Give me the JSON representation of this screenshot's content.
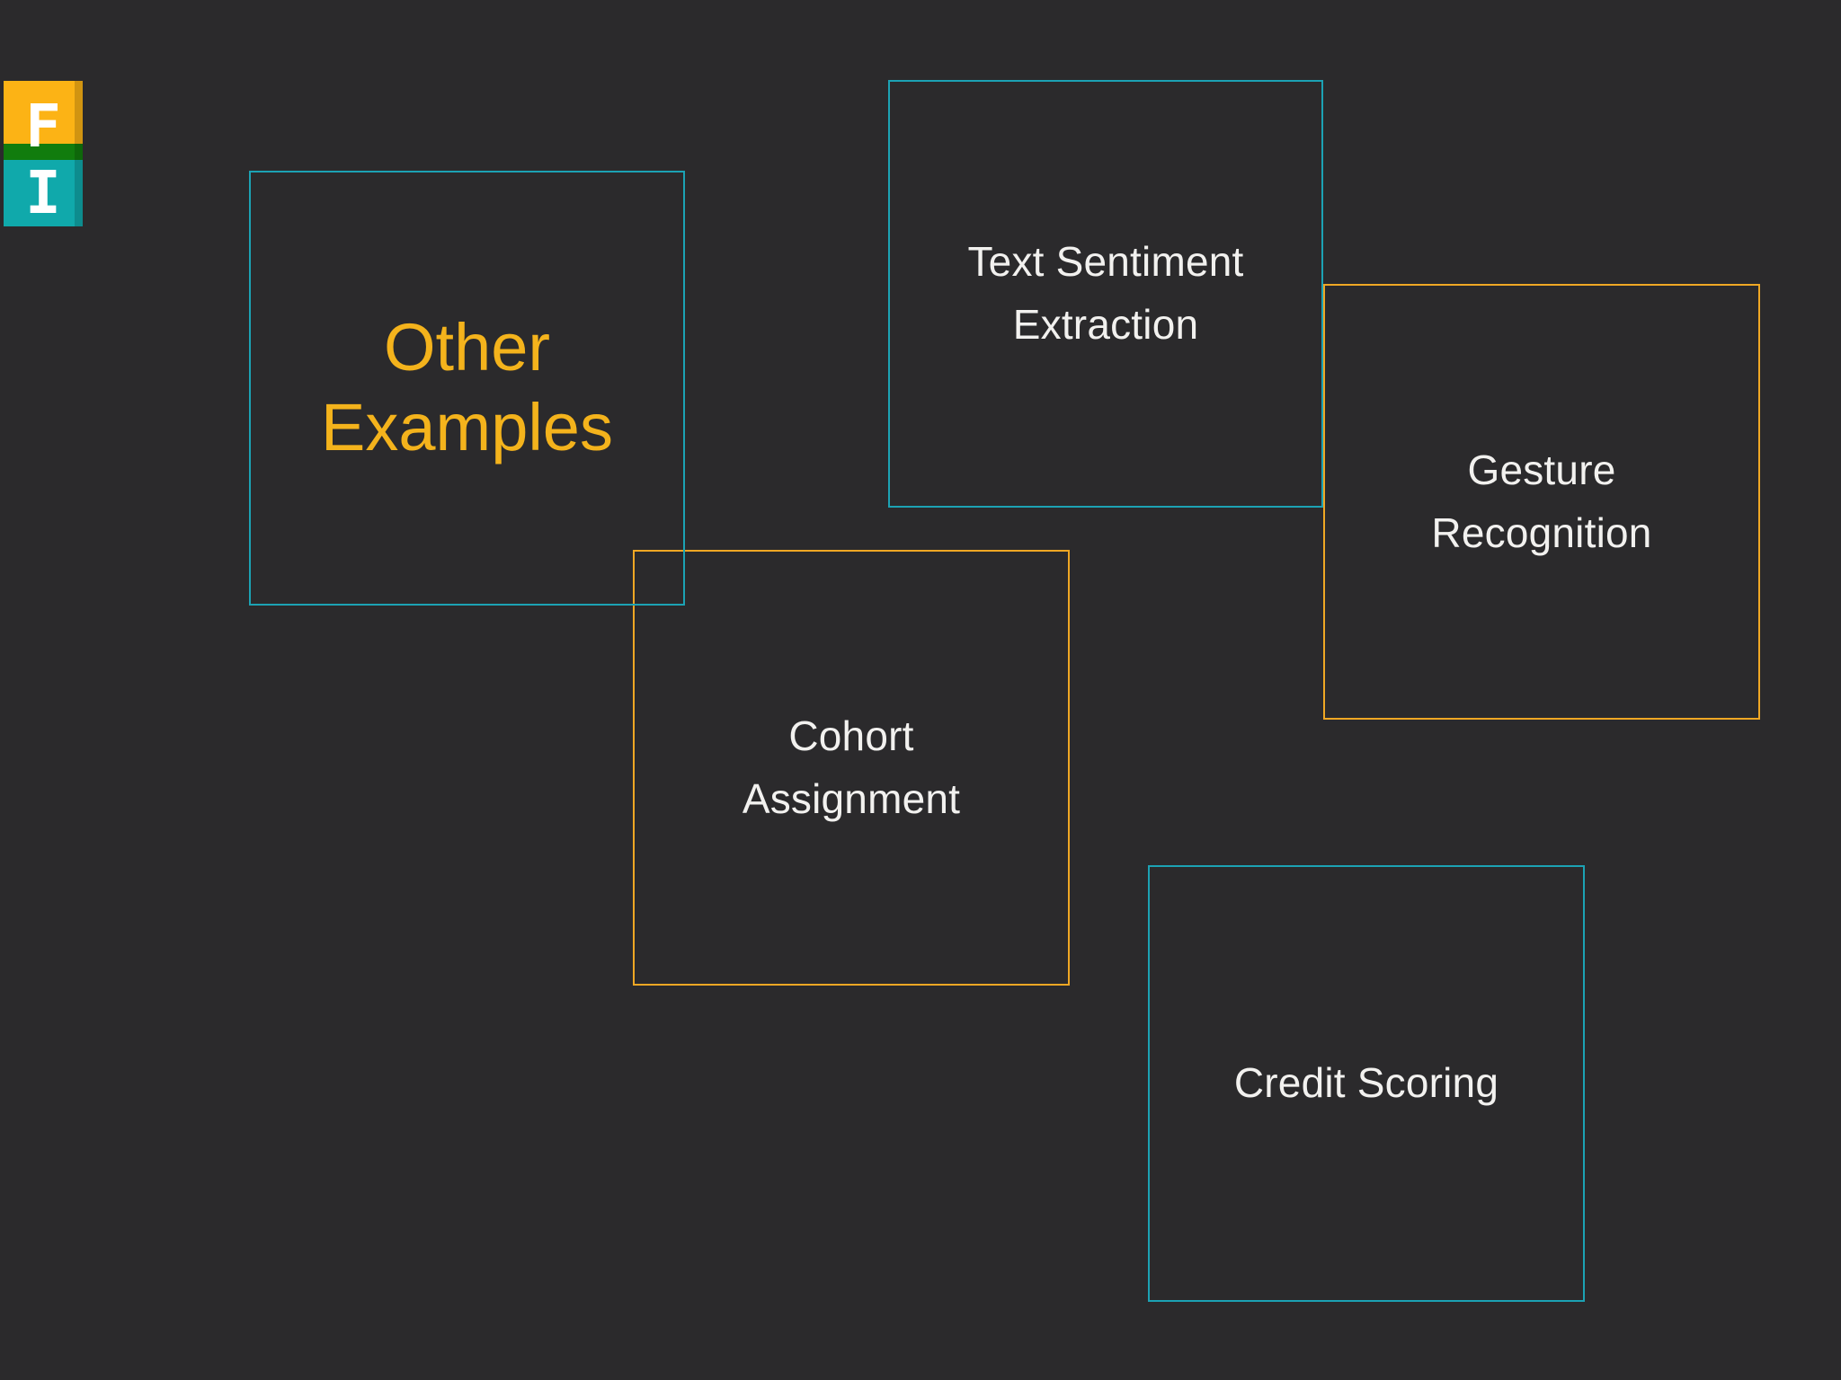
{
  "slide": {
    "kind": "presentation-slide"
  },
  "colors": {
    "background": "#2B2A2C",
    "teal_border": "#1CA2B4",
    "orange_border": "#EFA724",
    "title_yellow": "#F4B31C",
    "label_white": "#F2F1EF",
    "logo_orange": "#FCB315",
    "logo_green": "#117C0D",
    "logo_teal": "#10A9AB"
  },
  "logo": {
    "top_letter": "F",
    "bottom_letter": "I"
  },
  "cards": {
    "other_examples": {
      "lines": [
        "Other",
        "Examples"
      ],
      "accent": "teal",
      "text_color": "#F4B31C"
    },
    "text_sentiment": {
      "lines": [
        "Text Sentiment",
        "Extraction"
      ],
      "accent": "teal",
      "text_color": "#F2F1EF"
    },
    "gesture_recognition": {
      "lines": [
        "Gesture",
        "Recognition"
      ],
      "accent": "orange",
      "text_color": "#F2F1EF"
    },
    "cohort_assignment": {
      "lines": [
        "Cohort",
        "Assignment"
      ],
      "accent": "orange",
      "text_color": "#F2F1EF"
    },
    "credit_scoring": {
      "lines": [
        "Credit Scoring"
      ],
      "accent": "teal",
      "text_color": "#F2F1EF"
    }
  }
}
